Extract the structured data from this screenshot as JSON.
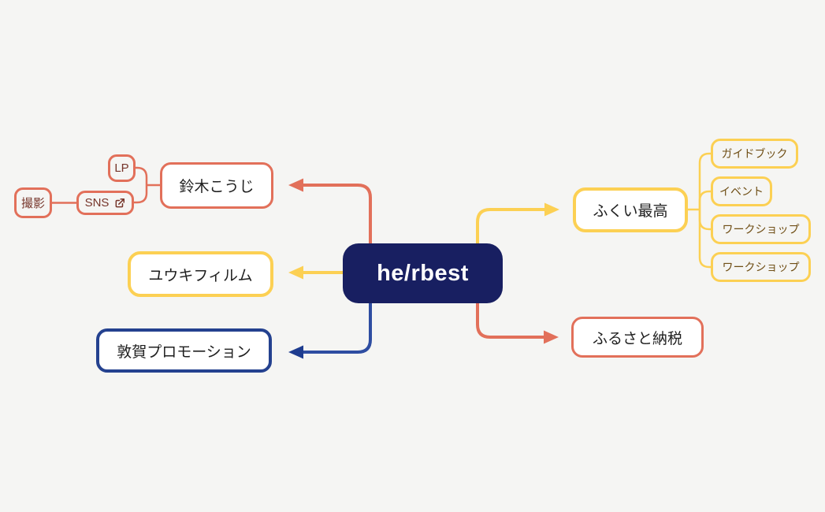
{
  "diagram": {
    "type": "mindmap",
    "background": "#f5f5f3",
    "colors": {
      "salmon": "#e2705a",
      "yellow": "#fcd053",
      "navy": "#24418f",
      "root_bg": "#181f61",
      "root_text": "#ffffff",
      "salmon_subtext": "#76352a",
      "yellow_subtext": "#6f4e15"
    },
    "nodes": {
      "root": {
        "label": "he/rbest"
      },
      "suzuki": {
        "label": "鈴木こうじ"
      },
      "lp": {
        "label": "LP"
      },
      "sns": {
        "label": "SNS",
        "icon": "external-link-icon"
      },
      "satsuei": {
        "label": "撮影"
      },
      "yuki": {
        "label": "ユウキフィルム"
      },
      "tsuruga": {
        "label": "敦賀プロモーション"
      },
      "fukui": {
        "label": "ふくい最高"
      },
      "guidebook": {
        "label": "ガイドブック"
      },
      "event": {
        "label": "イベント"
      },
      "workshop1": {
        "label": "ワークショップ"
      },
      "workshop2": {
        "label": "ワークショップ"
      },
      "furusato": {
        "label": "ふるさと納税"
      }
    },
    "edges": [
      {
        "from": "root",
        "to": "suzuki",
        "color": "salmon",
        "arrow": true
      },
      {
        "from": "root",
        "to": "yuki",
        "color": "yellow",
        "arrow": true
      },
      {
        "from": "root",
        "to": "tsuruga",
        "color": "navy",
        "arrow": true
      },
      {
        "from": "root",
        "to": "fukui",
        "color": "yellow",
        "arrow": true
      },
      {
        "from": "root",
        "to": "furusato",
        "color": "salmon",
        "arrow": true
      },
      {
        "from": "suzuki",
        "to": "lp",
        "color": "salmon"
      },
      {
        "from": "suzuki",
        "to": "sns",
        "color": "salmon"
      },
      {
        "from": "sns",
        "to": "satsuei",
        "color": "salmon"
      },
      {
        "from": "fukui",
        "to": "guidebook",
        "color": "yellow"
      },
      {
        "from": "fukui",
        "to": "event",
        "color": "yellow"
      },
      {
        "from": "fukui",
        "to": "workshop1",
        "color": "yellow"
      },
      {
        "from": "fukui",
        "to": "workshop2",
        "color": "yellow"
      }
    ]
  }
}
